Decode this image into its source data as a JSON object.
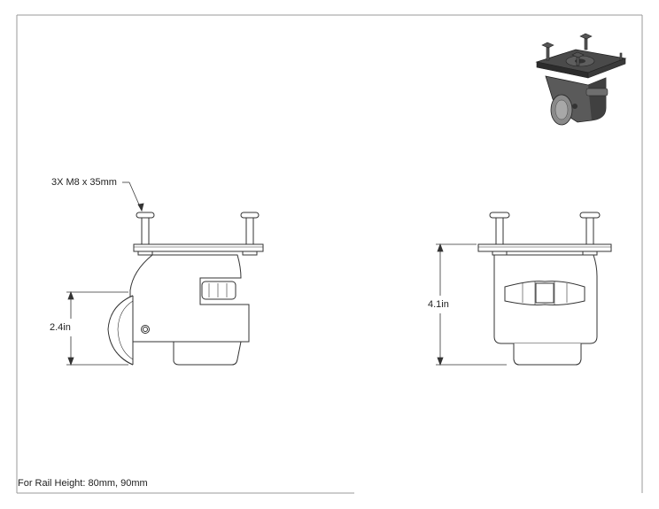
{
  "annotations": {
    "bolt_callout": "3X M8 x 35mm",
    "left_height": "2.4in",
    "right_height": "4.1in",
    "footer": "For Rail Height: 80mm, 90mm"
  },
  "colors": {
    "line": "#333333",
    "render_dark": "#3a3a3a",
    "render_mid": "#6b6b6b",
    "render_light": "#9a9a9a"
  }
}
